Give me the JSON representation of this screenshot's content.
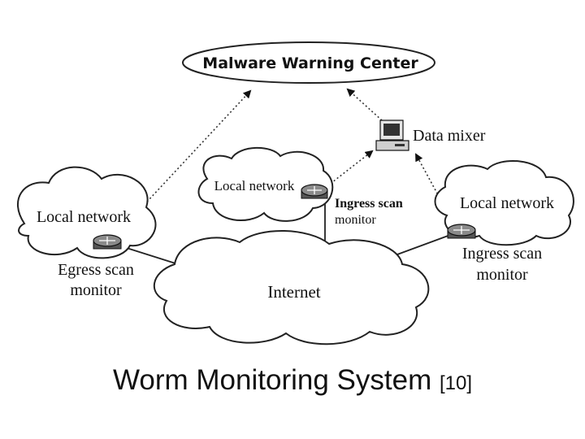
{
  "diagram": {
    "center_label": "Malware Warning Center",
    "data_mixer_label": "Data mixer",
    "local_network_left": "Local network",
    "local_network_middle": "Local network",
    "local_network_right": "Local network",
    "egress_monitor_line1": "Egress scan",
    "egress_monitor_line2": "monitor",
    "ingress_middle_line1": "Ingress scan",
    "ingress_middle_line2": "monitor",
    "ingress_right_line1": "Ingress scan",
    "ingress_right_line2": "monitor",
    "internet_label": "Internet"
  },
  "caption": {
    "title": "Worm Monitoring System",
    "reference": "[10]"
  }
}
